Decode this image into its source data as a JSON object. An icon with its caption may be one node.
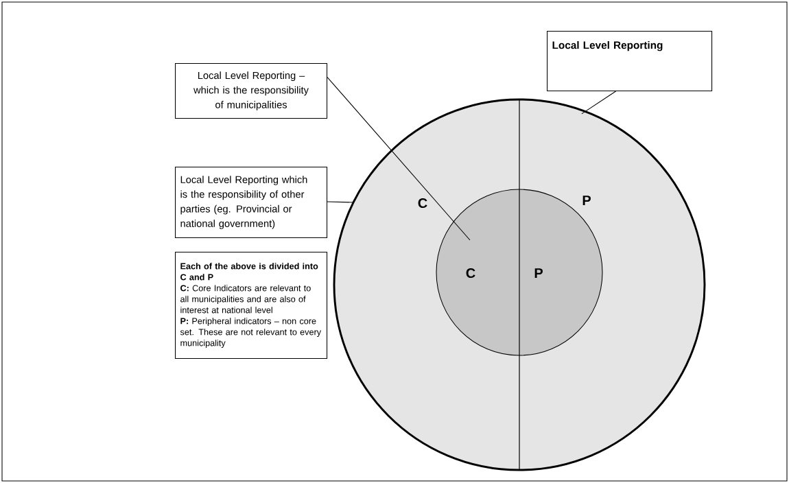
{
  "diagram": {
    "nodes": [
      {
        "text": [
          "Local Level Reporting"
        ]
      },
      {
        "text": [
          "Local Level Reporting – which is the responsibility of municipalities"
        ]
      },
      {
        "text": [
          "Local Level Reporting which is the responsibility of other parties (eg. Provincial or national government)"
        ]
      },
      {
        "text": [
          "Each of the above is divided into C and P",
          "**C:** Core Indicators are relevant to all municipalities and are also of interest at national level",
          "**P:** Peripheral indicators – non core set. These are not relevant to every municipality"
        ]
      },
      {
        "text": [],
        "shape": "circle"
      },
      {
        "text": [],
        "shape": "circle",
        "in": 4
      }
    ],
    "edges": [
      {
        "from": 0,
        "to": 4,
        "arrow": "none"
      },
      {
        "from": 1,
        "to": 5,
        "arrow": "none"
      },
      {
        "from": 2,
        "to": 4,
        "arrow": "none"
      }
    ],
    "labels": [
      "C",
      "P",
      "C",
      "P"
    ]
  }
}
